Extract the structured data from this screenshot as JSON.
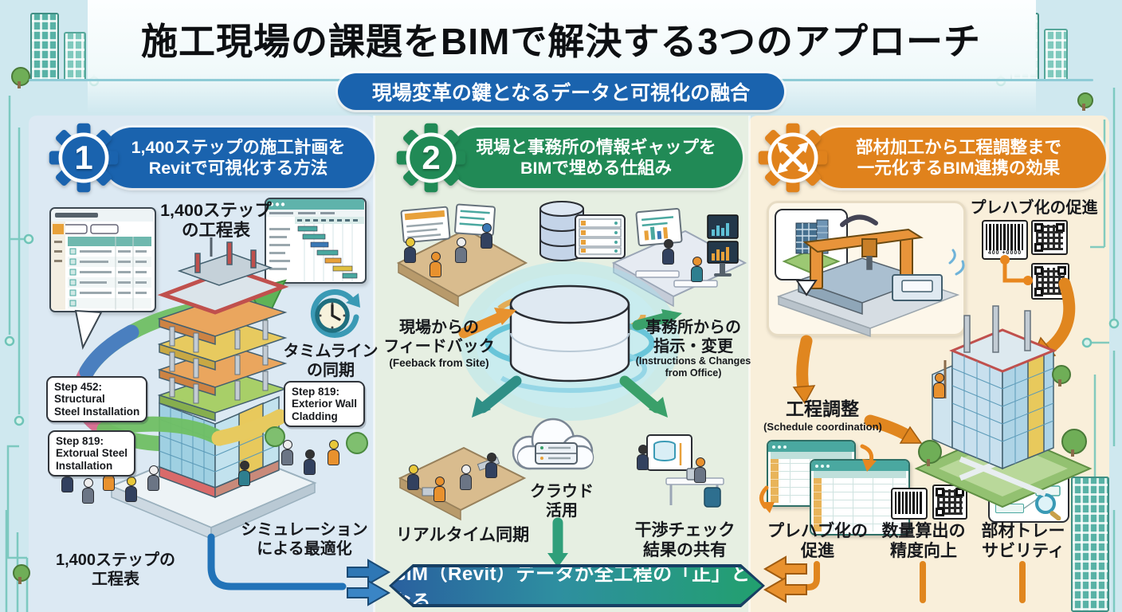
{
  "header": {
    "title": "施工現場の課題をBIMで解決する3つのアプローチ",
    "subtitle": "現場変革の鍵となるデータと可視化の融合"
  },
  "banner": {
    "text": "BIM（Revit）データが全工程の「正」となる"
  },
  "panel1": {
    "number": "1",
    "accent": "#1a63ae",
    "title": "1,400ステップの施工計画を\nRevitで可視化する方法",
    "labels": {
      "schedule_top": "1,400ステップ\nの工程表",
      "timeline_sync": "タミムライン\nの同期",
      "callout_step452": "Step 452:\nStructural\nSteel Installation",
      "callout_step819_left": "Step 819:\nExtorual Steel\nInstallation",
      "callout_step819_right": "Step 819:\nExterior Wall\nCladding",
      "simulation": "シミュレーション\nによる最適化",
      "schedule_bottom": "1,400ステップの\n工程表"
    }
  },
  "panel2": {
    "number": "2",
    "accent": "#218a56",
    "title": "現場と事務所の情報ギャップを\nBIMで埋める仕組み",
    "labels": {
      "site_feedback": "現場からの\nフィードバック",
      "site_feedback_en": "(Feeback from Site)",
      "office_instructions": "事務所からの\n指示・変更",
      "office_instructions_en": "(Instructions & Changes\nfrom Office)",
      "cloud": "クラウド\n活用",
      "realtime": "リアルタイム同期",
      "clash_check": "干渉チェック\n結果の共有"
    }
  },
  "panel3": {
    "accent": "#e0821c",
    "title": "部材加工から工程調整まで\n一元化するBIM連携の効果",
    "labels": {
      "prefab_top": "プレハブ化の促進",
      "schedule_coordination": "工程調整",
      "schedule_coordination_en": "(Schedule coordination)",
      "prefab_bottom": "プレハブ化の\n促進",
      "quantity": "数量算出の\n精度向上",
      "traceability": "部材トレー\nサビリティ",
      "barcode_caption": "400 +0000"
    }
  },
  "icons": {
    "gear": "⚙",
    "crossed-arrows": "⤨",
    "clock": "🕓",
    "database": "🛢",
    "cloud": "☁",
    "barcode": "▮▯▮",
    "qr": "▦",
    "magnifier": "🔍"
  },
  "colors": {
    "panel1_bg": "#dce9f3",
    "panel2_bg": "#e6efe2",
    "panel3_bg": "#f9efda",
    "subtitle_bg": "#1a63ae",
    "banner_left": "#29609f",
    "banner_right": "#22a06e",
    "blue_flow": "#2273b8",
    "orange_flow": "#e0861f",
    "green_flow": "#2f9f7a"
  }
}
